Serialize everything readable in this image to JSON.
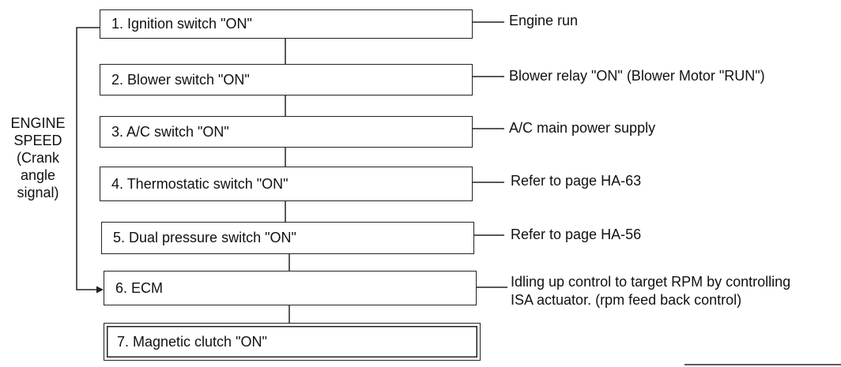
{
  "side_label": [
    "ENGINE",
    "SPEED",
    "(Crank",
    "angle",
    "signal)"
  ],
  "steps": [
    {
      "label": "1. Ignition switch \"ON\"",
      "note": [
        "Engine run"
      ]
    },
    {
      "label": "2. Blower switch \"ON\"",
      "note": [
        "Blower relay \"ON\" (Blower Motor \"RUN\")"
      ]
    },
    {
      "label": "3. A/C switch \"ON\"",
      "note": [
        "A/C main power supply"
      ]
    },
    {
      "label": "4. Thermostatic switch \"ON\"",
      "note": [
        "Refer to page HA-63"
      ]
    },
    {
      "label": "5. Dual pressure switch \"ON\"",
      "note": [
        "Refer to page HA-56"
      ]
    },
    {
      "label": "6. ECM",
      "note": [
        "Idling up control to target RPM by controlling",
        "ISA actuator. (rpm feed back control)"
      ]
    },
    {
      "label": "7. Magnetic clutch \"ON\"",
      "note": []
    }
  ]
}
